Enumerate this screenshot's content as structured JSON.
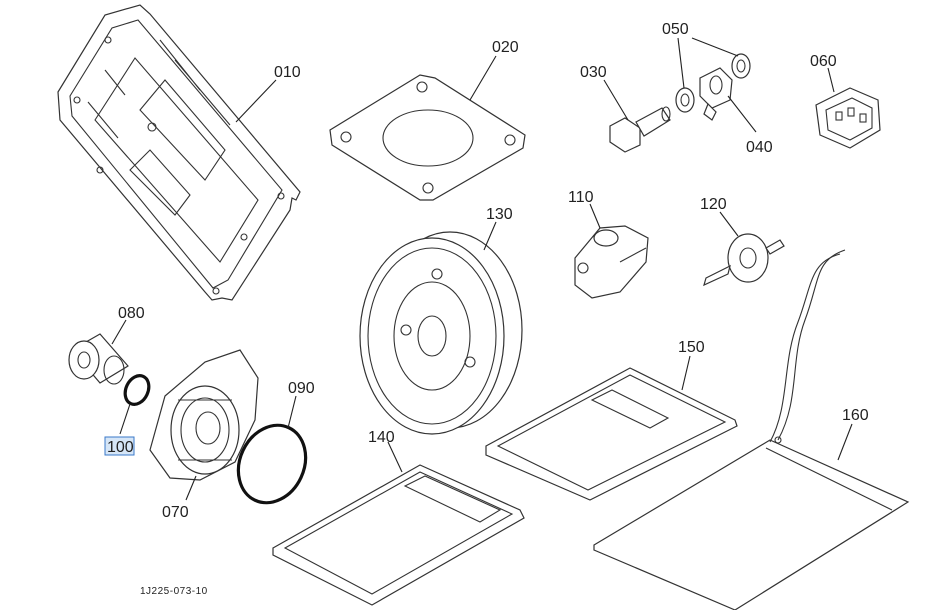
{
  "diagram": {
    "drawing_ref": "1J225-073-10",
    "selected_part": "100",
    "parts": [
      {
        "id": "010",
        "label": "010"
      },
      {
        "id": "020",
        "label": "020"
      },
      {
        "id": "030",
        "label": "030"
      },
      {
        "id": "040",
        "label": "040"
      },
      {
        "id": "050",
        "label": "050"
      },
      {
        "id": "060",
        "label": "060"
      },
      {
        "id": "070",
        "label": "070"
      },
      {
        "id": "080",
        "label": "080"
      },
      {
        "id": "090",
        "label": "090"
      },
      {
        "id": "100",
        "label": "100"
      },
      {
        "id": "110",
        "label": "110"
      },
      {
        "id": "120",
        "label": "120"
      },
      {
        "id": "130",
        "label": "130"
      },
      {
        "id": "140",
        "label": "140"
      },
      {
        "id": "150",
        "label": "150"
      },
      {
        "id": "160",
        "label": "160"
      }
    ]
  }
}
